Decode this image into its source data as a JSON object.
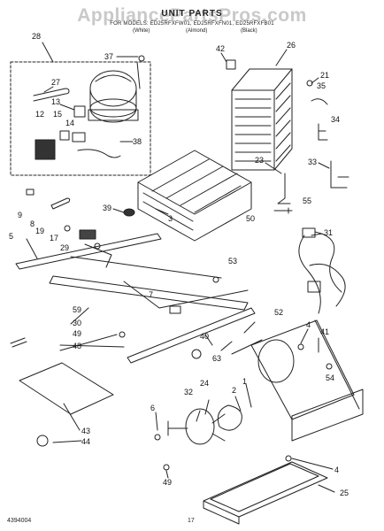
{
  "header": {
    "watermark": "AppliancePartsPros.com",
    "title": "UNIT PARTS",
    "models": "FOR MODELS: ED25RFXFW01, ED25RFXFN01, ED25RFXFB01",
    "colors": [
      "(White)",
      "(Almond)",
      "(Black)"
    ]
  },
  "callouts": [
    "28",
    "37",
    "27",
    "13",
    "12",
    "15",
    "14",
    "38",
    "42",
    "26",
    "21",
    "35",
    "34",
    "23",
    "33",
    "9",
    "8",
    "39",
    "19",
    "17",
    "29",
    "55",
    "50",
    "31",
    "5",
    "3",
    "53",
    "7",
    "59",
    "30",
    "49",
    "48",
    "40",
    "52",
    "63",
    "2",
    "1",
    "4",
    "41",
    "54",
    "32",
    "24",
    "6",
    "43",
    "44",
    "25"
  ],
  "footer": {
    "doc_number": "4394004",
    "page": "17"
  }
}
